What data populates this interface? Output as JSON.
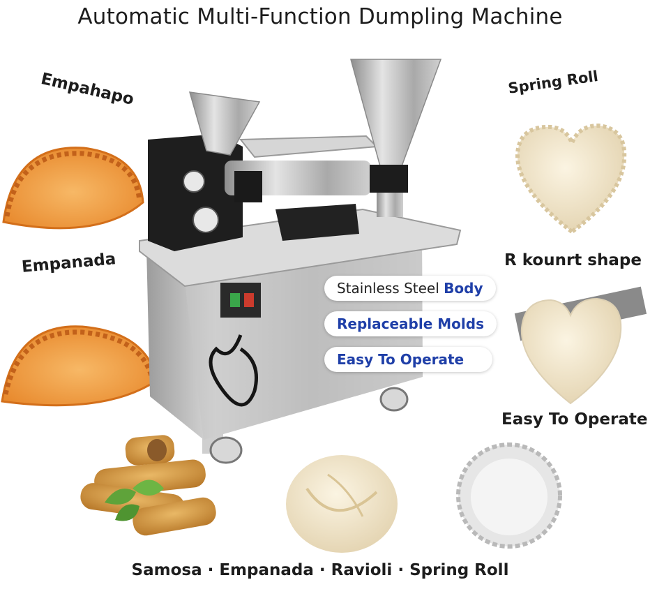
{
  "title": "Automatic Multi-Function Dumpling Machine",
  "labels": {
    "top_left": "Empahapo",
    "mid_left": "Empanada",
    "top_right": "Spring Roll",
    "mid_right": "R kounrt shape",
    "lower_right": "Easy To Operate"
  },
  "features": [
    {
      "plain": "Stainless Steel ",
      "accent": "Body"
    },
    {
      "plain": "",
      "accent": "Replaceable Molds"
    },
    {
      "plain": "",
      "accent": "Easy To Operate"
    }
  ],
  "footer": "Samosa · Empanada · Ravioli · Spring Roll",
  "colors": {
    "accent": "#1f3fa8",
    "steel": "#b8b8b8",
    "empanada": "#f0a04a",
    "dough": "#f1e6cc"
  }
}
